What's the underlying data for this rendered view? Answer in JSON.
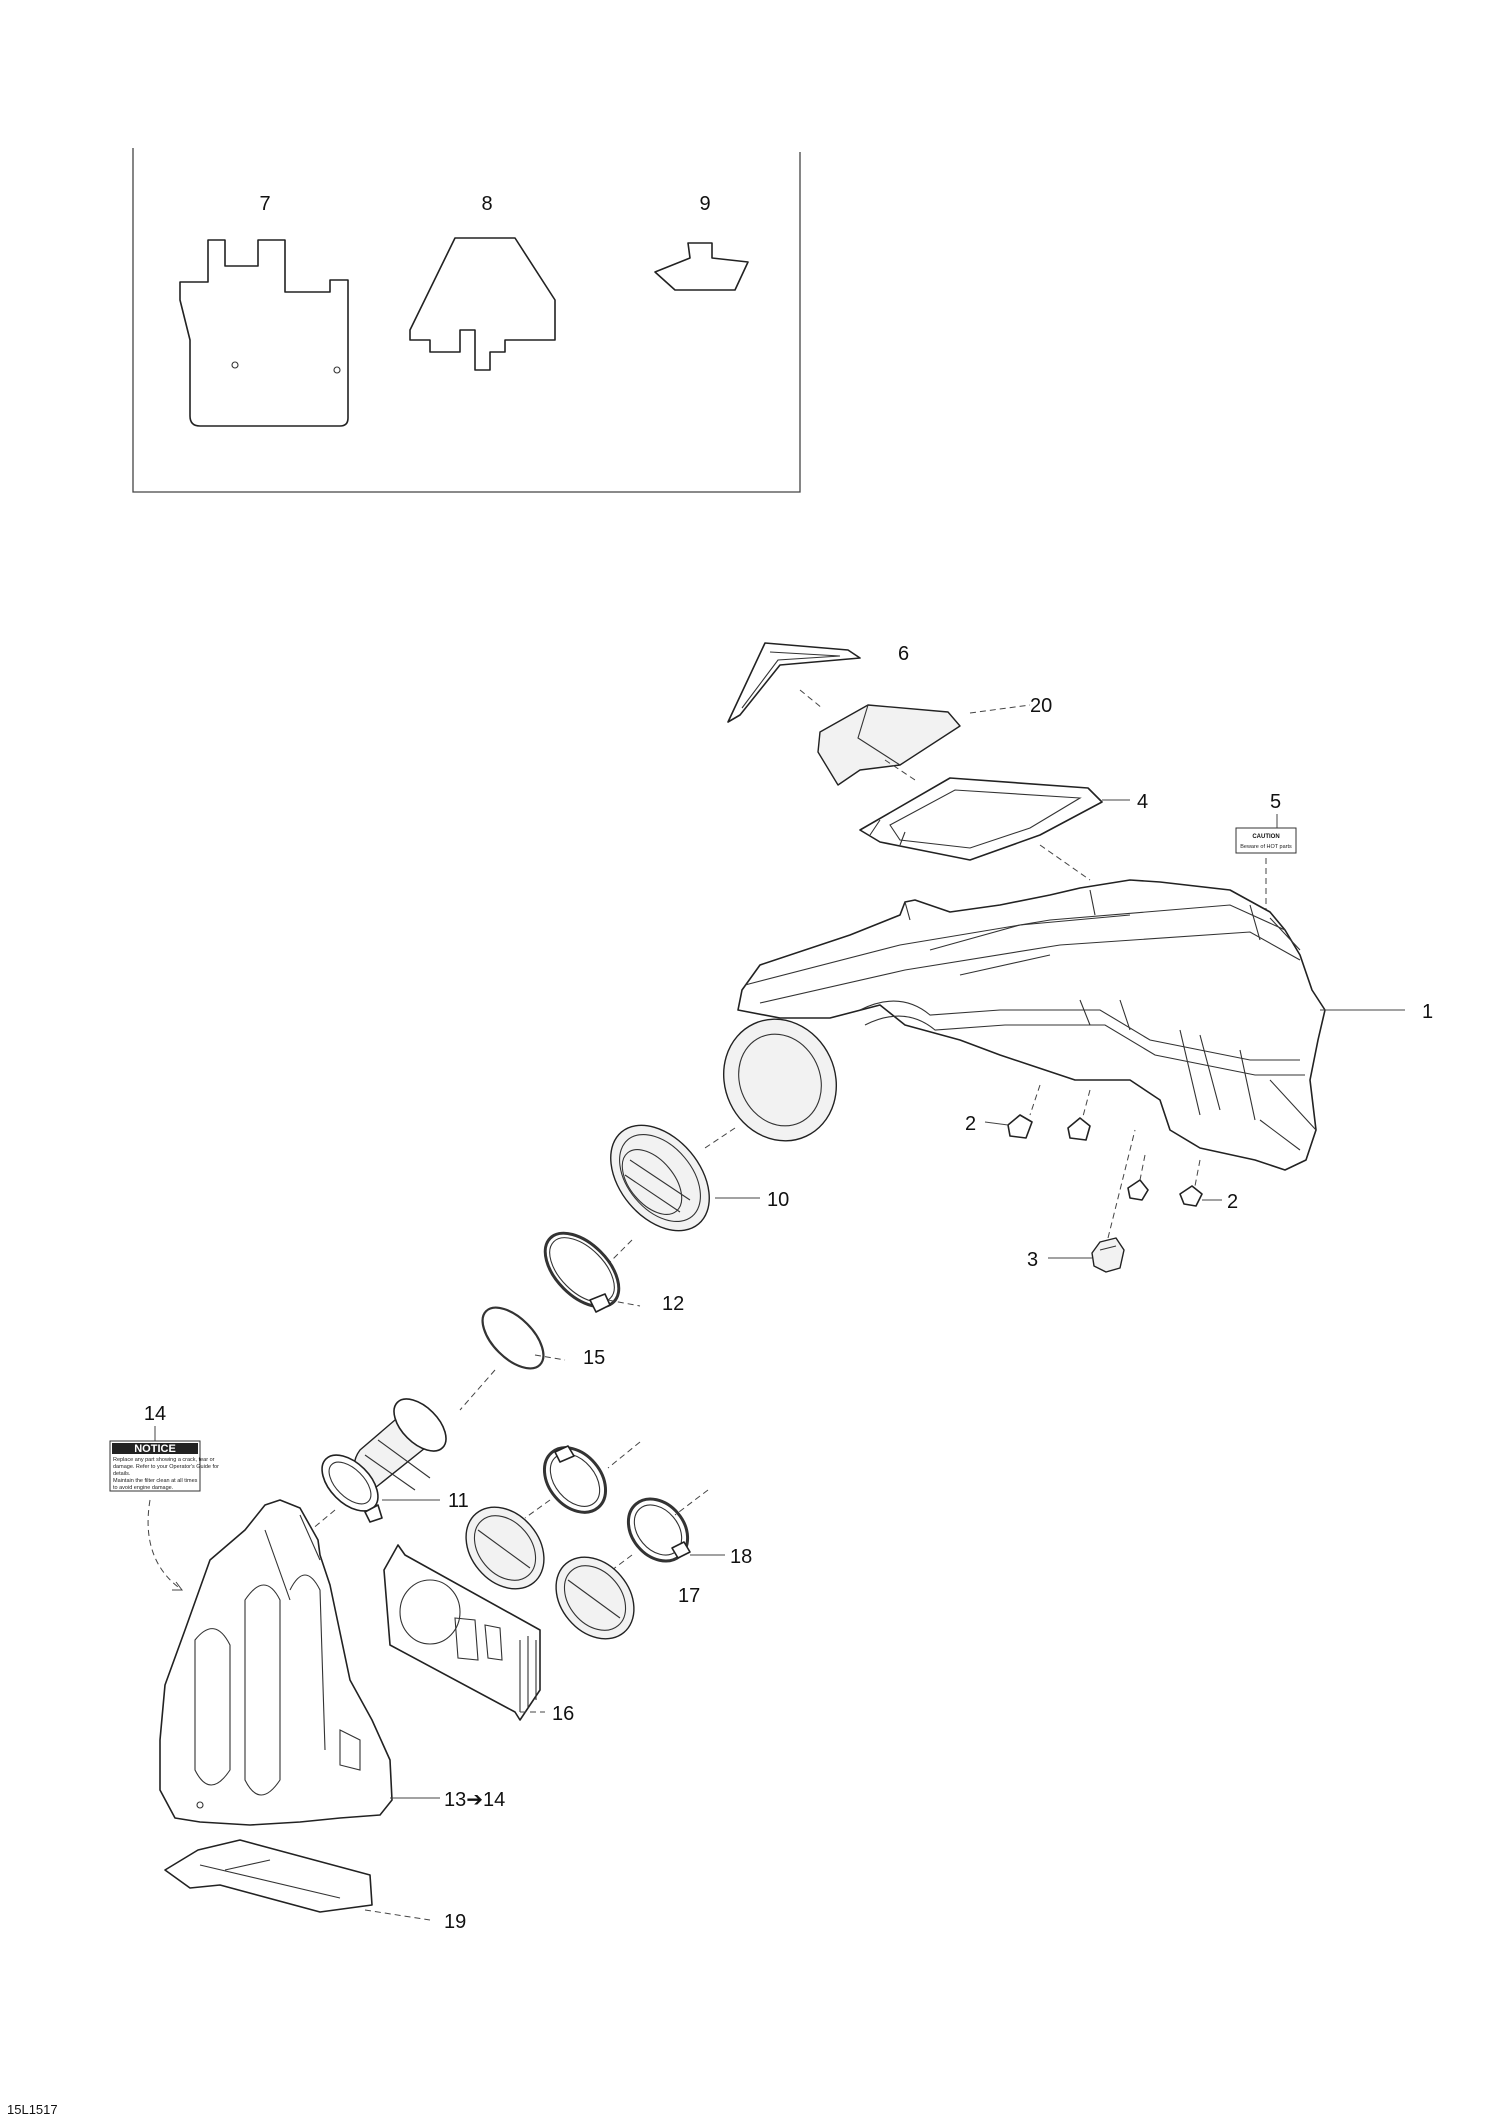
{
  "reference_code": "15L1517",
  "callouts": {
    "c1": "1",
    "c2a": "2",
    "c2b": "2",
    "c3": "3",
    "c4": "4",
    "c5": "5",
    "c6": "6",
    "c7": "7",
    "c8": "8",
    "c9": "9",
    "c10": "10",
    "c11": "11",
    "c12": "12",
    "c13": "13➔14",
    "c14": "14",
    "c15": "15",
    "c16": "16",
    "c17": "17",
    "c18": "18",
    "c19": "19",
    "c20": "20"
  },
  "decals": {
    "notice_title": "NOTICE",
    "notice_lines": [
      "Replace any part showing a crack, tear or",
      "damage. Refer to your Operator's Guide for",
      "details.",
      "Maintain the filter clean at all times",
      "to avoid engine damage."
    ],
    "caution_title": "CAUTION",
    "caution_line": "Beware of HOT parts"
  }
}
